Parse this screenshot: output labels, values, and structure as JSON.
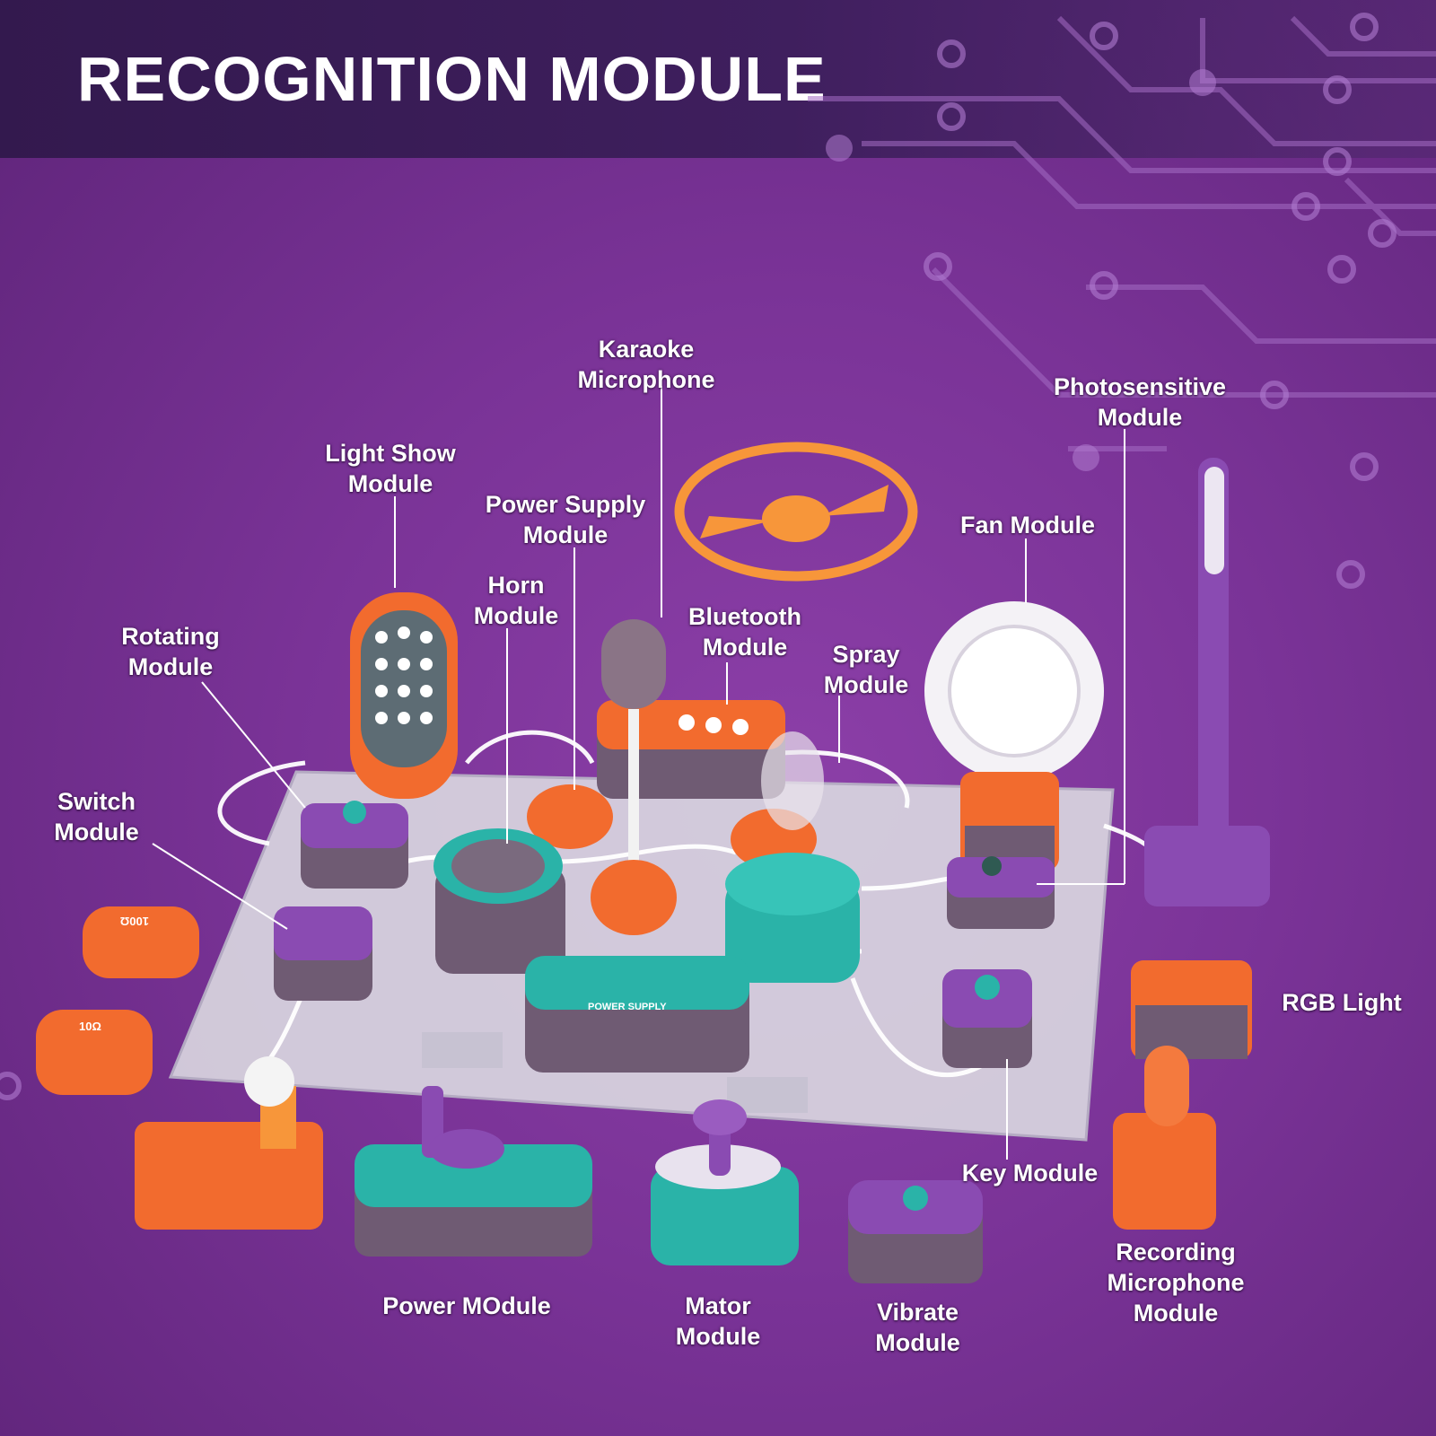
{
  "title": "RECOGNITION MODULE",
  "colors": {
    "background": "#7a3397",
    "banner": "#3a1c58",
    "orange": "#f26b2e",
    "teal": "#2ab3a8",
    "purple": "#8a4bb2",
    "board": "#cfcfd6",
    "label": "#ffffff"
  },
  "labels": {
    "karaoke": [
      "Karaoke",
      "Microphone"
    ],
    "photosensitive": [
      "Photosensitive",
      "Module"
    ],
    "light_show": [
      "Light Show",
      "Module"
    ],
    "power_supply": [
      "Power Supply",
      "Module"
    ],
    "fan": [
      "Fan Module"
    ],
    "horn": [
      "Horn",
      "Module"
    ],
    "bluetooth": [
      "Bluetooth",
      "Module"
    ],
    "rotating": [
      "Rotating",
      "Module"
    ],
    "spray": [
      "Spray",
      "Module"
    ],
    "switch": [
      "Switch",
      "Module"
    ],
    "rgb": [
      "RGB Light"
    ],
    "key": [
      "Key Module"
    ],
    "recording": [
      "Recording",
      "Microphone",
      "Module"
    ],
    "power": [
      "Power MOdule"
    ],
    "mator": [
      "Mator",
      "Module"
    ],
    "vibrate": [
      "Vibrate",
      "Module"
    ]
  },
  "product_text": {
    "resistor_100": "100Ω",
    "resistor_10": "10Ω",
    "power_supply_plate": "POWER SUPPLY"
  }
}
